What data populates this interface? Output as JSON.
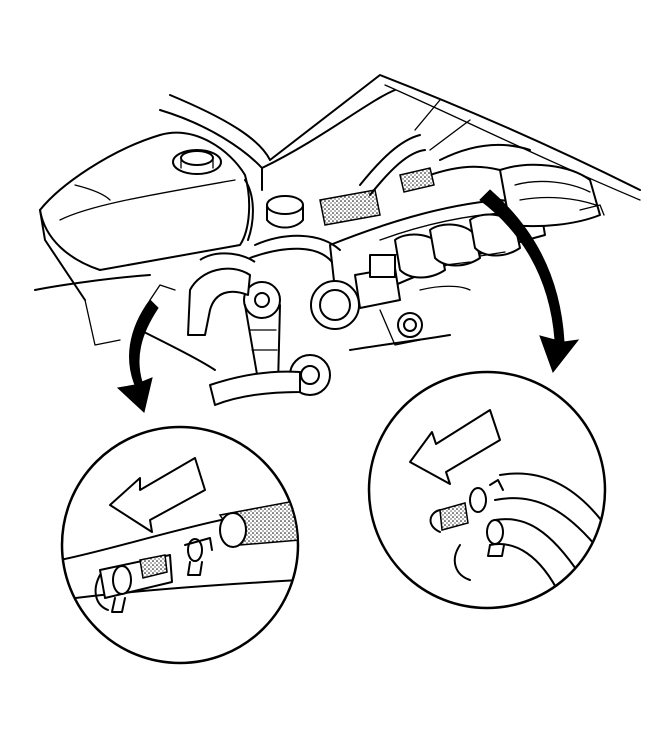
{
  "figure": {
    "subject": "engine-compartment-hose-detail",
    "inset_count": 2
  },
  "insets": [
    {
      "id": "left",
      "arrow": "direction-arrow-left"
    },
    {
      "id": "right",
      "arrow": "direction-arrow-left"
    }
  ]
}
